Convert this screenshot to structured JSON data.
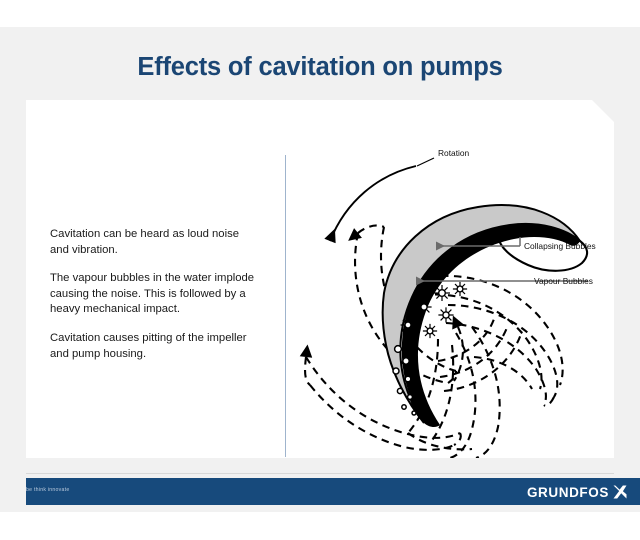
{
  "slide": {
    "title": "Effects of cavitation on pumps",
    "title_color": "#1b4674",
    "background_color": "#f1f1f1",
    "card_background": "#ffffff"
  },
  "body": {
    "paragraphs": [
      "Cavitation can be heard as loud noise and vibration.",
      "The vapour bubbles in the water implode causing the noise. This is followed by a heavy mechanical impact.",
      "Cavitation causes pitting of the impeller and pump housing."
    ]
  },
  "diagram": {
    "name": "pump-impeller-cavitation-diagram",
    "labels": {
      "rotation": "Rotation",
      "collapsing_bubbles": "Collapsing Bubbles",
      "vapour_bubbles": "Vapour Bubbles"
    },
    "vane_count": 6,
    "highlighted_vane_fill": "#000000",
    "highlighted_vane_shade": "#c9c9c9",
    "leader_line_color": "#6b6b6b",
    "divider_color": "#9fb4cd"
  },
  "footer": {
    "tagline": "be think innovate",
    "brand": "GRUNDFOS",
    "bar_color": "#174a7c",
    "logo_mark": "grundfos-x-mark"
  }
}
